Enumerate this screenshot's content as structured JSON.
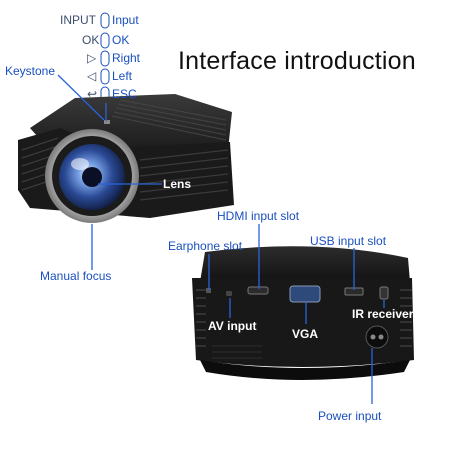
{
  "title": "Interface introduction",
  "buttons": [
    {
      "symbol": "INPUT",
      "label": "Input"
    },
    {
      "symbol": "OK",
      "label": "OK"
    },
    {
      "symbol": "▷",
      "label": "Right"
    },
    {
      "symbol": "◁",
      "label": "Left"
    },
    {
      "symbol": "↩",
      "label": "ESC"
    }
  ],
  "callouts": {
    "keystone": "Keystone",
    "lens": "Lens",
    "manual_focus": "Manual focus",
    "hdmi": "HDMI input slot",
    "earphone": "Earphone slot",
    "usb": "USB input slot",
    "ir": "IR receiver",
    "av": "AV input",
    "vga": "VGA",
    "power": "Power input"
  },
  "colors": {
    "label_blue": "#1a4fbf",
    "leader_blue": "#2a63d8",
    "projector_body": "#1c1c1c"
  },
  "icons": [
    "button-outline-icon",
    "projector-front-image",
    "projector-back-image"
  ]
}
